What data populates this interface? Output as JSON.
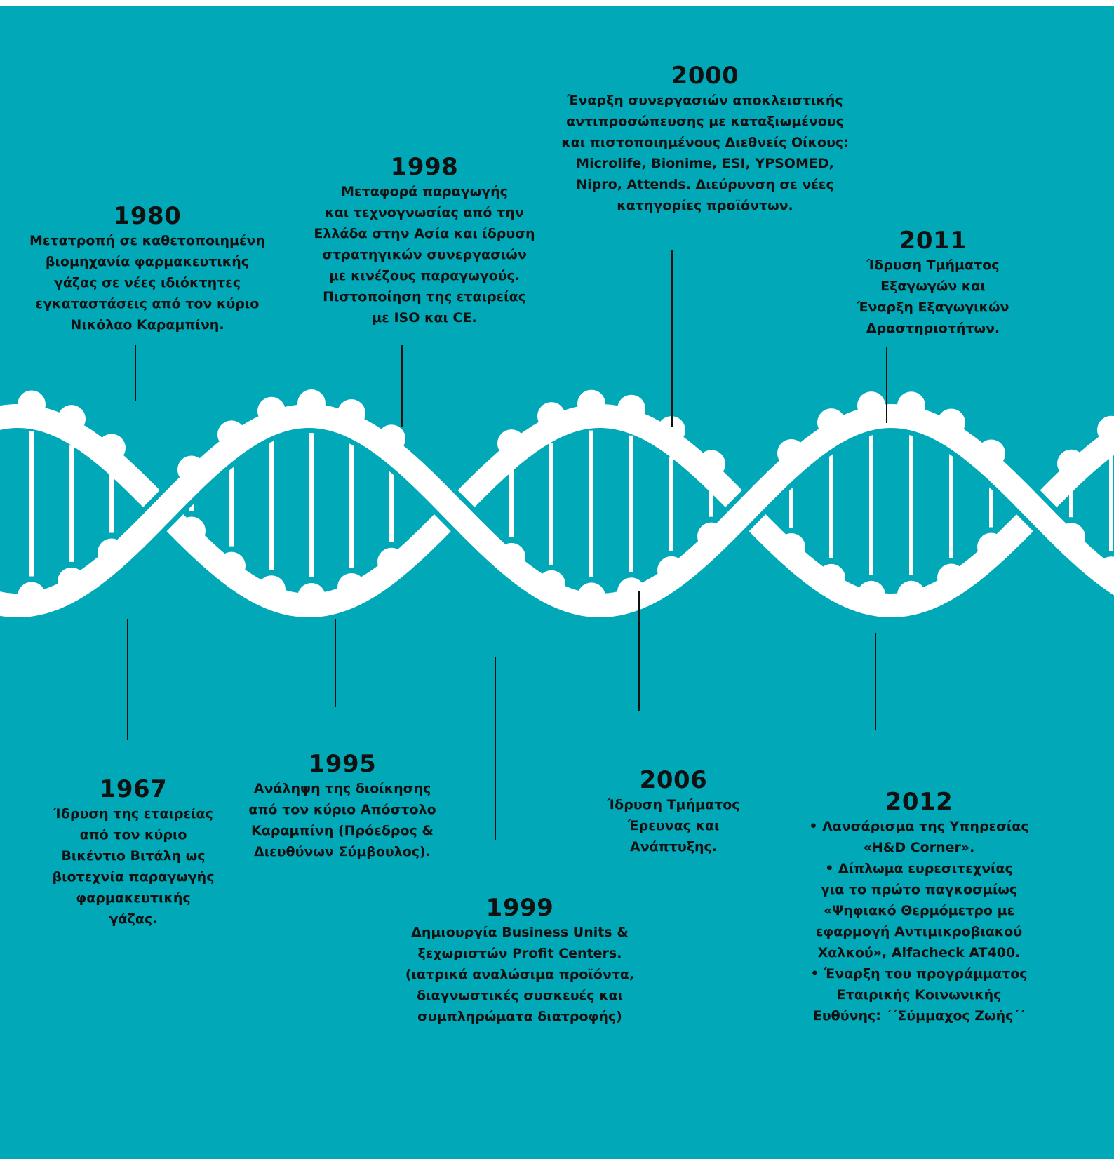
{
  "colors": {
    "background": "#00a8b8",
    "helix": "#ffffff",
    "connector": "#111111",
    "text": "#111111"
  },
  "events": [
    {
      "year": "1967",
      "text": "Ίδρυση της εταιρείας\nαπό τον κύριο\nΒικέντιο Βιτάλη ως\nβιοτεχνία παραγωγής\nφαρμακευτικής\nγάζας."
    },
    {
      "year": "1980",
      "text": "Μετατροπή σε καθετοποιημένη\nβιομηχανία φαρμακευτικής\nγάζας σε νέες ιδιόκτητες\nεγκαταστάσεις από τον κύριο\nΝικόλαο Καραμπίνη."
    },
    {
      "year": "1995",
      "text": "Ανάληψη της διοίκησης\nαπό τον κύριο Απόστολο\nΚαραμπίνη (Πρόεδρος &\nΔιευθύνων Σύμβουλος)."
    },
    {
      "year": "1998",
      "text": "Μεταφορά παραγωγής\nκαι τεχνογνωσίας από την\nΕλλάδα στην Ασία και ίδρυση\nστρατηγικών συνεργασιών\nμε κινέζους παραγωγούς.\nΠιστοποίηση της εταιρείας\nμε ISO και CE."
    },
    {
      "year": "1999",
      "text": "Δημιουργία Business Units &\nξεχωριστών Profit Centers.\n(ιατρικά αναλώσιμα προϊόντα,\nδιαγνωστικές συσκευές και\nσυμπληρώματα διατροφής)"
    },
    {
      "year": "2000",
      "text": "Έναρξη συνεργασιών αποκλειστικής\nαντιπροσώπευσης με καταξιωμένους\nκαι πιστοποιημένους Διεθνείς Οίκους:\nMicrolife, Bionime, ESI, YPSOMED,\nNipro, Attends. Διεύρυνση σε νέες\nκατηγορίες προϊόντων."
    },
    {
      "year": "2006",
      "text": "Ίδρυση Τμήματος\nΈρευνας και\nΑνάπτυξης."
    },
    {
      "year": "2011",
      "text": "Ίδρυση Τμήματος\nΕξαγωγών και\nΈναρξη Εξαγωγικών\nΔραστηριοτήτων."
    },
    {
      "year": "2012",
      "text": "• Λανσάρισμα της Υπηρεσίας\n«H&D Corner».\n• Δίπλωμα ευρεσιτεχνίας\nγια το πρώτο παγκοσμίως\n«Ψηφιακό Θερμόμετρο με\nεφαρμογή Αντιμικροβιακού\nΧαλκού», Alfacheck AT400.\n• Έναρξη του προγράμματος\nΕταιρικής Κοινωνικής\nΕυθύνης: ΄΄Σύμμαχος Ζωής΄΄"
    }
  ]
}
